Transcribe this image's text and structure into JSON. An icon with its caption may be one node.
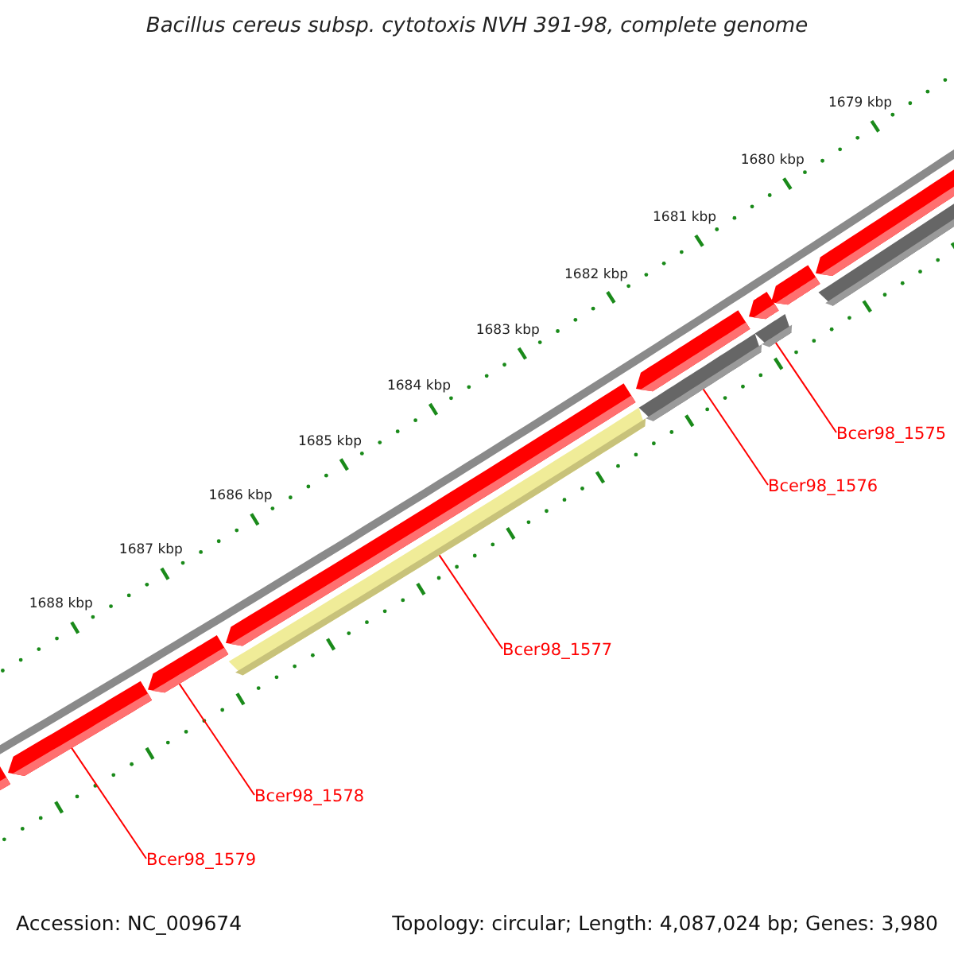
{
  "diagram": {
    "title": "Bacillus cereus subsp. cytotoxis NVH 391-98, complete genome",
    "nodes": [
      {
        "text": [],
        "shape": "box"
      },
      {
        "text": [],
        "shape": "box"
      },
      {
        "text": [],
        "shape": "box"
      },
      {
        "text": [],
        "shape": "box"
      },
      {
        "text": [],
        "shape": "bar"
      },
      {
        "text": [],
        "shape": "box"
      },
      {
        "text": [],
        "shape": "bar"
      },
      {
        "text": [],
        "shape": "box"
      },
      {
        "text": [],
        "shape": "bar"
      },
      {
        "text": [],
        "shape": "box"
      },
      {
        "text": [],
        "shape": "box"
      },
      {
        "text": [],
        "shape": "bar"
      },
      {
        "text": [
          "Bcer98_1575"
        ]
      },
      {
        "text": [
          "Bcer98_1576"
        ]
      },
      {
        "text": [
          "Bcer98_1577"
        ]
      },
      {
        "text": [
          "Bcer98_1578"
        ]
      },
      {
        "text": [
          "Bcer98_1579"
        ]
      }
    ],
    "edges": [
      {
        "from": 12,
        "to": 8,
        "arrow": "none"
      },
      {
        "from": 13,
        "to": 6,
        "arrow": "none"
      },
      {
        "from": 14,
        "to": 4,
        "arrow": "none"
      },
      {
        "from": 15,
        "to": 2,
        "arrow": "none"
      },
      {
        "from": 16,
        "to": 1,
        "arrow": "none"
      }
    ],
    "labels": [
      "1679 kbp",
      "1680 kbp",
      "1681 kbp",
      "1682 kbp",
      "1683 kbp",
      "1684 kbp",
      "1685 kbp",
      "1686 kbp",
      "1687 kbp",
      "1688 kbp",
      "Accession: NC_009674",
      "Topology: circular; Length: 4,087,024 bp; Genes: 3,980"
    ]
  }
}
